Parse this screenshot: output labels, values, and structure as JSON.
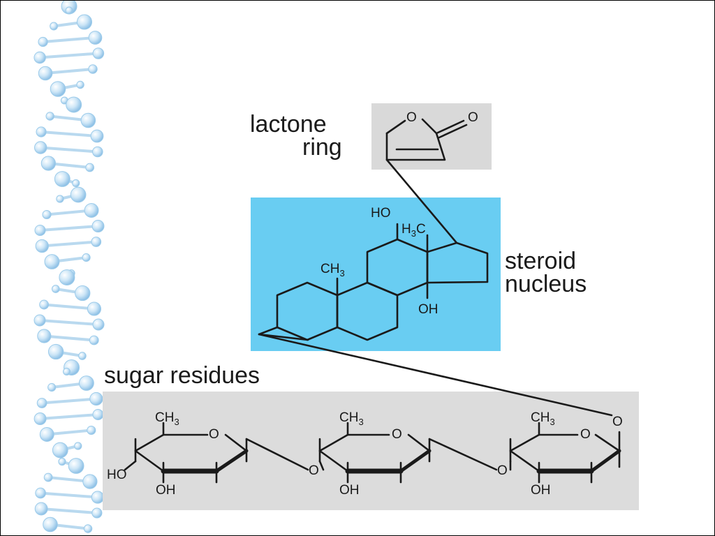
{
  "labels": {
    "lactone_line1": "lactone",
    "lactone_line2": "ring",
    "steroid_line1": "steroid",
    "steroid_line2": "nucleus",
    "sugar": "sugar residues"
  },
  "atoms": {
    "lactone_o_ring": "O",
    "lactone_o_carbonyl": "O",
    "steroid_oh_top": "HO",
    "steroid_h3c_prefix": "H",
    "steroid_h3c_sub": "3",
    "steroid_h3c_suffix": "C",
    "steroid_ch3_prefix": "CH",
    "steroid_ch3_sub": "3",
    "steroid_oh_bottom": "OH",
    "sugar1_ch3_prefix": "CH",
    "sugar1_ch3_sub": "3",
    "sugar1_ring_o": "O",
    "sugar1_ho": "HO",
    "sugar1_oh": "OH",
    "link_o_1": "O",
    "sugar2_ch3_prefix": "CH",
    "sugar2_ch3_sub": "3",
    "sugar2_ring_o": "O",
    "sugar2_oh": "OH",
    "link_o_2": "O",
    "sugar3_ch3_prefix": "CH",
    "sugar3_ch3_sub": "3",
    "sugar3_ring_o": "O",
    "sugar3_oh": "OH",
    "terminal_o": "O"
  },
  "colors": {
    "steroid_box": "#69cdf2",
    "lactone_box": "#d9d9d9",
    "sugar_box": "#dcdcdc",
    "bond": "#1a1a1a",
    "helix": "#bcdcf2"
  }
}
